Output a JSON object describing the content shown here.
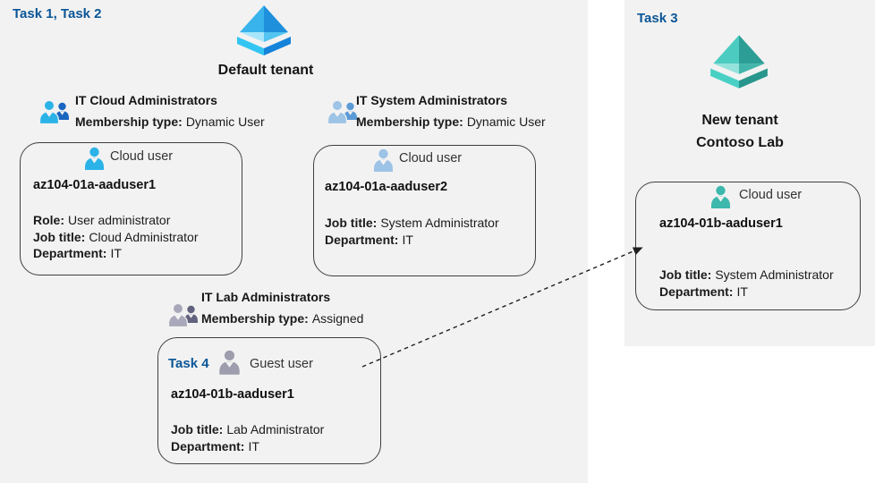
{
  "left_panel": {
    "task_label": "Task 1, Task 2",
    "tenant_title": "Default tenant",
    "groups": [
      {
        "title": "IT Cloud Administrators",
        "membership_label": "Membership type:",
        "membership_value": "Dynamic User"
      },
      {
        "title": "IT System Administrators",
        "membership_label": "Membership type:",
        "membership_value": "Dynamic User"
      },
      {
        "title": "IT Lab Administrators",
        "membership_label": "Membership type:",
        "membership_value": "Assigned"
      }
    ],
    "cards": [
      {
        "user_type": "Cloud user",
        "name": "az104-01a-aaduser1",
        "details": [
          {
            "label": "Role:",
            "value": "User administrator"
          },
          {
            "label": "Job title:",
            "value": "Cloud Administrator"
          },
          {
            "label": "Department:",
            "value": "IT"
          }
        ]
      },
      {
        "user_type": "Cloud user",
        "name": "az104-01a-aaduser2",
        "details": [
          {
            "label": "Job title:",
            "value": "System Administrator"
          },
          {
            "label": "Department:",
            "value": "IT"
          }
        ]
      },
      {
        "task_label": "Task 4",
        "user_type": "Guest user",
        "name": "az104-01b-aaduser1",
        "details": [
          {
            "label": "Job title:",
            "value": "Lab Administrator"
          },
          {
            "label": "Department:",
            "value": "IT"
          }
        ]
      }
    ]
  },
  "right_panel": {
    "task_label": "Task 3",
    "tenant_title_line1": "New tenant",
    "tenant_title_line2": "Contoso Lab",
    "card": {
      "user_type": "Cloud user",
      "name": "az104-01b-aaduser1",
      "details": [
        {
          "label": "Job title:",
          "value": "System Administrator"
        },
        {
          "label": "Department:",
          "value": "IT"
        }
      ]
    }
  },
  "colors": {
    "panel_bg": "#f2f2f2",
    "task_blue": "#0b5697",
    "card_border": "#3f3f3f",
    "arrow": "#1f1f1f",
    "aad_blue_faces": [
      "#38b3ec",
      "#1f90dc",
      "#a9e6fb",
      "#54c4f0",
      "#33c5f3",
      "#1583d9"
    ],
    "aad_teal_faces": [
      "#4cccc1",
      "#2d9e95",
      "#93e2db",
      "#41b5aa",
      "#49d0c5",
      "#27968c"
    ],
    "person_bright_blue": "#2bb3e8",
    "person_light_blue": "#9dc3e6",
    "person_gray": "#9d9dae",
    "person_teal": "#3db8ad",
    "group_cloud_front": "#2bb3e8",
    "group_cloud_back": "#1966c0",
    "group_system_front": "#9dc3e6",
    "group_system_back": "#5b9bd5",
    "group_lab_front": "#a8a8ba",
    "group_lab_back": "#62627f"
  }
}
